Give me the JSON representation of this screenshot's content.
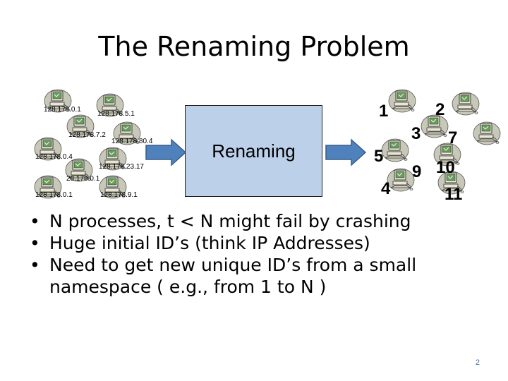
{
  "slide": {
    "title": "The Renaming Problem",
    "page_number": "2"
  },
  "left_nodes": [
    {
      "ip": "128.178.0.1"
    },
    {
      "ip": "128.178.5.1"
    },
    {
      "ip": "128.178.7.2"
    },
    {
      "ip": "128.178.80.4"
    },
    {
      "ip": "128.178.0.4"
    },
    {
      "ip": "128.178.23.17"
    },
    {
      "ip": "28.178.0.1"
    },
    {
      "ip": "128.178.0.1"
    },
    {
      "ip": "128.178.9.1"
    }
  ],
  "box": {
    "label": "Renaming",
    "color": "#bdd0ea"
  },
  "arrow_color": "#4f81bd",
  "right_nodes": [
    {
      "name": "1"
    },
    {
      "name": "2"
    },
    {
      "name": "3"
    },
    {
      "name": "7"
    },
    {
      "name": "5"
    },
    {
      "name": "9"
    },
    {
      "name": "10"
    },
    {
      "name": "4"
    },
    {
      "name": "11"
    }
  ],
  "bullets": [
    "N processes, t < N might fail by crashing",
    "Huge initial ID’s (think IP Addresses)",
    "Need to get new unique ID’s from a small namespace ( e.g., from 1 to N )"
  ]
}
